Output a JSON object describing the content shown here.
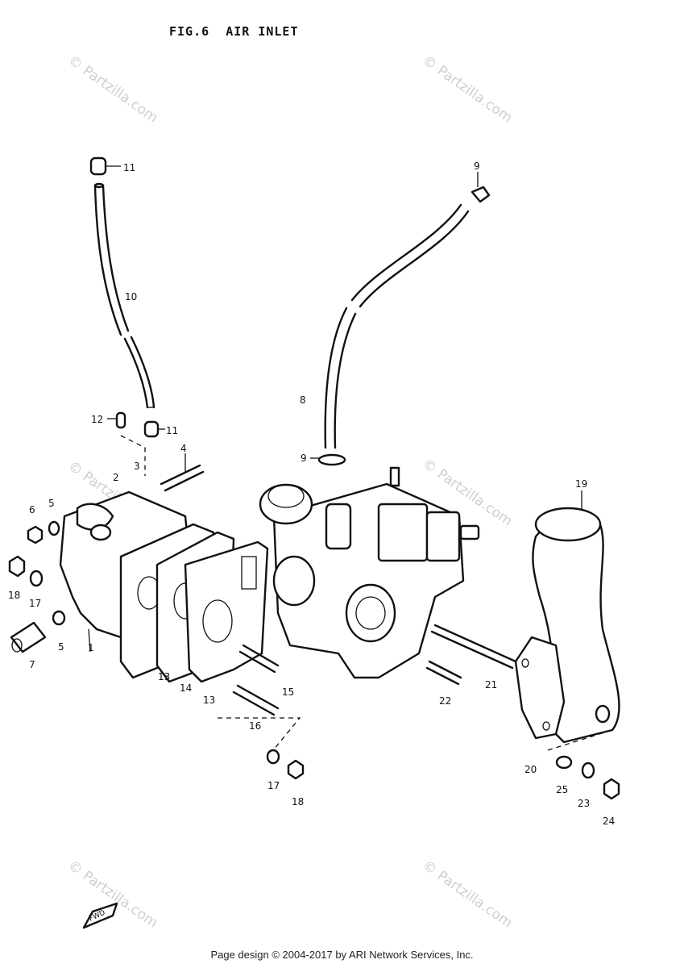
{
  "title": "FIG.6  AIR INLET",
  "footer": "Page design © 2004-2017 by ARI Network Services, Inc.",
  "watermark": "© Partzilla.com",
  "direction_marker": "FWD",
  "callouts": [
    "11",
    "10",
    "12",
    "11",
    "9",
    "8",
    "9",
    "4",
    "3",
    "2",
    "6",
    "5",
    "18",
    "17",
    "5",
    "7",
    "1",
    "13",
    "14",
    "13",
    "15",
    "16",
    "17",
    "18",
    "22",
    "21",
    "19",
    "20",
    "25",
    "23",
    "24"
  ]
}
